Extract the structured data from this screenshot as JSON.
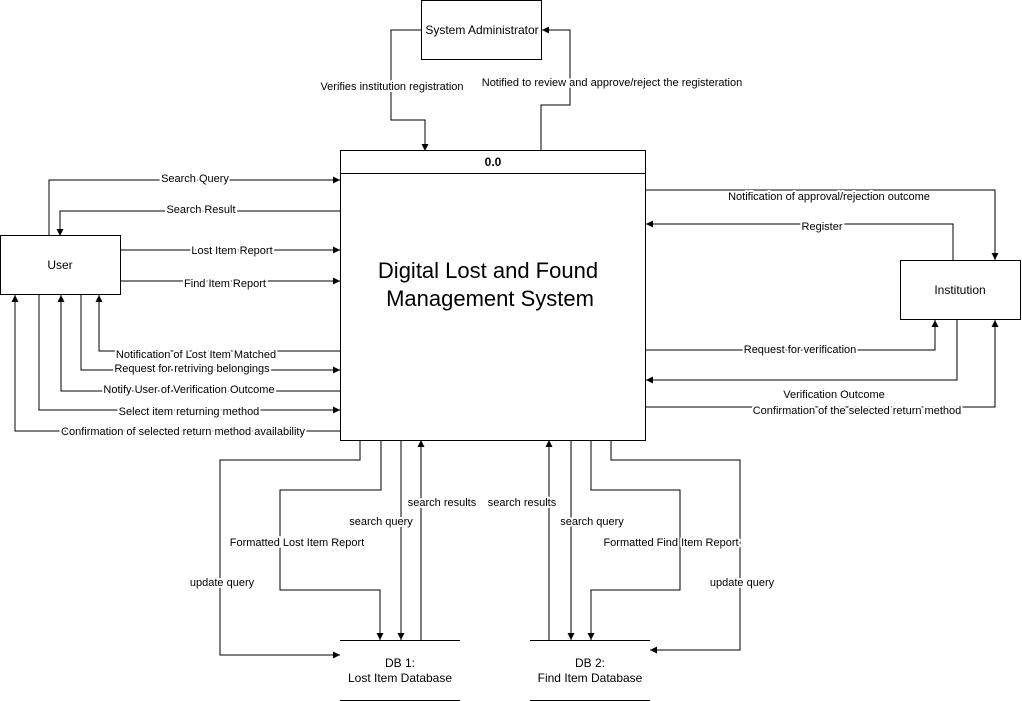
{
  "process": {
    "id": "0.0",
    "title_line1": "Digital Lost and Found",
    "title_line2": "Management System"
  },
  "entities": {
    "user": "User",
    "institution": "Institution",
    "admin": "System Administrator"
  },
  "stores": {
    "db1_line1": "DB 1:",
    "db1_line2": "Lost Item Database",
    "db2_line1": "DB 2:",
    "db2_line2": "Find Item Database"
  },
  "flows": {
    "search_query": "Search Query",
    "search_result": "Search Result",
    "lost_item_report": "Lost Item Report",
    "find_item_report": "Find Item Report",
    "notif_lost_matched": "Notification of Lost Item Matched",
    "request_retrieving": "Request for retriving belongings",
    "notify_verification": "Notify User of Verification Outcome",
    "select_return_method": "Select item returning method",
    "confirm_return_availability": "Confirmation of selected return method availability",
    "verifies_registration": "Verifies institution registration",
    "notified_review": "Notified to review and approve/reject the registeration",
    "notif_approval_outcome": "Notification of approval/rejection outcome",
    "register": "Register",
    "request_verification": "Request for verification",
    "verification_outcome": "Verification Outcome",
    "confirm_selected_return": "Confirmation of the selected return method",
    "update_query_db1": "update query",
    "formatted_lost_report": "Formatted Lost Item Report",
    "search_query_db1": "search query",
    "search_results_db1": "search results",
    "search_results_db2": "search results",
    "search_query_db2": "search query",
    "formatted_find_report": "Formatted Find Item Report",
    "update_query_db2": "update query"
  }
}
